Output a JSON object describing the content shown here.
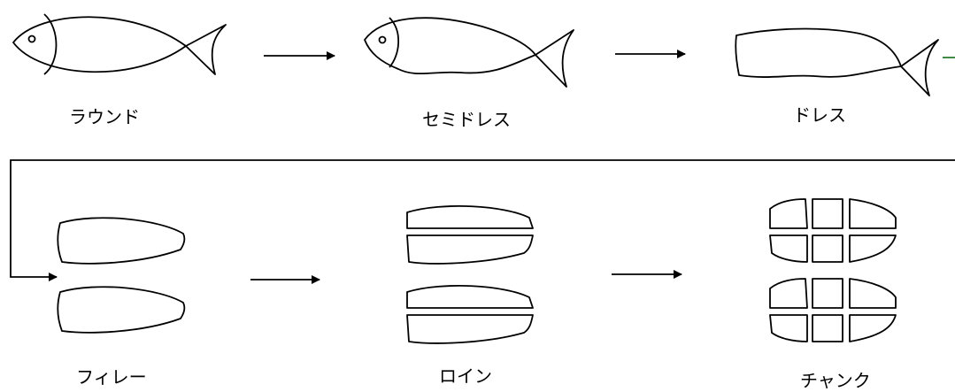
{
  "stages": [
    {
      "id": "round",
      "label": "ラウンド"
    },
    {
      "id": "semi-dress",
      "label": "セミドレス"
    },
    {
      "id": "dress",
      "label": "ドレス"
    },
    {
      "id": "fillet",
      "label": "フィレー"
    },
    {
      "id": "loin",
      "label": "ロイン"
    },
    {
      "id": "chunk",
      "label": "チャンク"
    }
  ],
  "colors": {
    "line": "#000000",
    "connector": "#2e7d32",
    "background": "#ffffff"
  }
}
